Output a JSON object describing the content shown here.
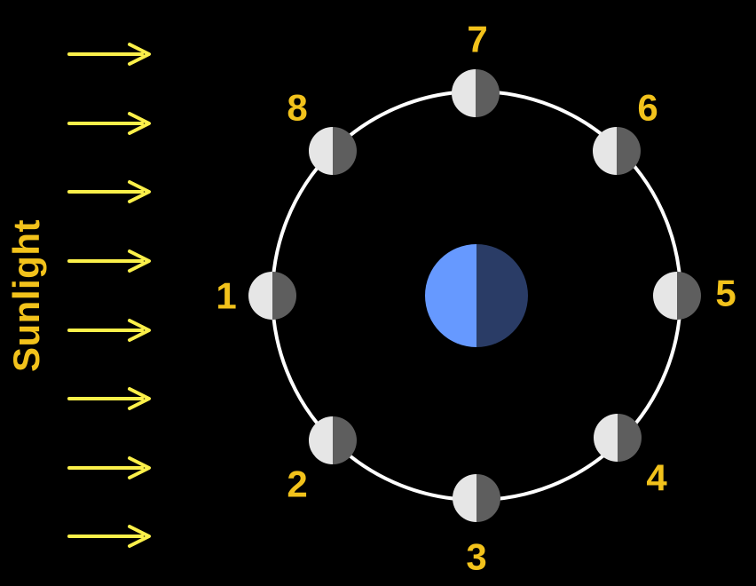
{
  "sunlight_label": "Sunlight",
  "colors": {
    "background": "#000000",
    "label": "#f2c21b",
    "arrow": "#fbf04a",
    "orbit": "#ffffff",
    "moon_lit": "#e6e6e6",
    "moon_dark": "#5e5e5e",
    "earth_lit": "#6699ff",
    "earth_dark": "#2a3c66"
  },
  "moon_positions": [
    {
      "label": "1"
    },
    {
      "label": "2"
    },
    {
      "label": "3"
    },
    {
      "label": "4"
    },
    {
      "label": "5"
    },
    {
      "label": "6"
    },
    {
      "label": "7"
    },
    {
      "label": "8"
    }
  ],
  "arrow_count": 8
}
